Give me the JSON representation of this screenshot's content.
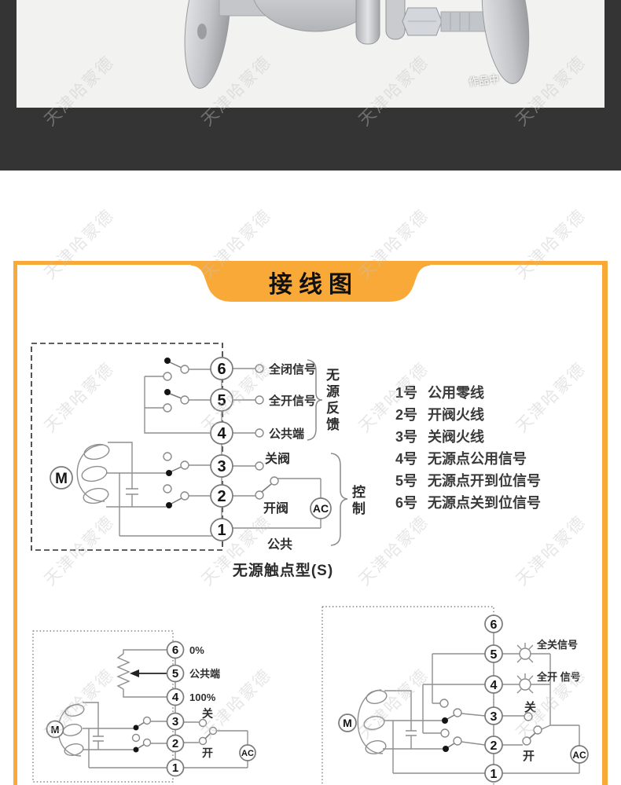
{
  "watermark": {
    "text": "天津哈蒙德"
  },
  "photo": {
    "partial_watermark": "作品中"
  },
  "banner": {
    "title": "接线图"
  },
  "colors": {
    "accent_orange": "#F9A937",
    "header_dark": "#343434",
    "photo_bg": "#F2F2F1",
    "line_gray": "#8F8F8F"
  },
  "main_diagram": {
    "terminals": [
      "6",
      "5",
      "4",
      "3",
      "2",
      "1"
    ],
    "labels": {
      "full_close_signal": "全闭信号",
      "full_open_signal": "全开信号",
      "common_terminal": "公共端",
      "close_valve": "关阀",
      "open_valve": "开阀",
      "common": "公共",
      "ac": "AC",
      "motor": "M",
      "passive_feedback": "无源反馈",
      "control": "控制"
    },
    "caption": "无源触点型(S)"
  },
  "terminal_list": {
    "items": [
      {
        "num": "1号",
        "desc": "公用零线"
      },
      {
        "num": "2号",
        "desc": "开阀火线"
      },
      {
        "num": "3号",
        "desc": "关阀火线"
      },
      {
        "num": "4号",
        "desc": "无源点公用信号"
      },
      {
        "num": "5号",
        "desc": "无源点开到位信号"
      },
      {
        "num": "6号",
        "desc": "无源点关到位信号"
      }
    ]
  },
  "bottom_left_diagram": {
    "terminals": [
      "6",
      "5",
      "4",
      "3",
      "2",
      "1"
    ],
    "labels": {
      "zero_percent": "0%",
      "common_terminal": "公共端",
      "hundred_percent": "100%",
      "close": "关",
      "open": "开",
      "motor": "M",
      "ac": "AC"
    }
  },
  "bottom_right_diagram": {
    "terminals": [
      "6",
      "5",
      "4",
      "3",
      "2",
      "1"
    ],
    "labels": {
      "full_close_signal": "全关信号",
      "full_open_signal": "全开 信号",
      "close": "关",
      "open": "开",
      "motor": "M",
      "ac": "AC"
    }
  }
}
